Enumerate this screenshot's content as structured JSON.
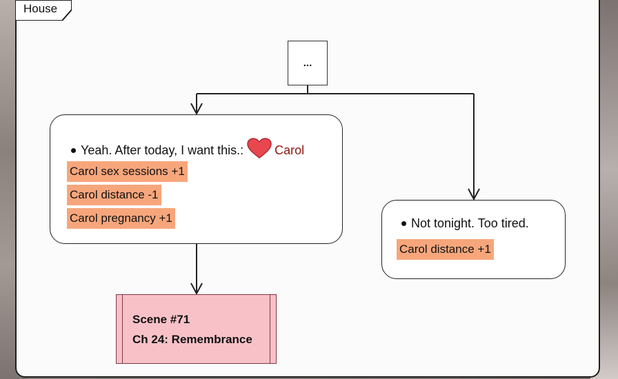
{
  "frame": {
    "title": "House"
  },
  "start_node": {
    "label": "..."
  },
  "choices": [
    {
      "text": "Yeah. After today, I want this.:",
      "character": "Carol",
      "icon": "heart-icon",
      "effects": [
        "Carol sex sessions +1",
        "Carol distance -1",
        "Carol pregnancy +1"
      ]
    },
    {
      "text": "Not tonight. Too tired.",
      "effects": [
        "Carol distance +1"
      ]
    }
  ],
  "scene": {
    "number": "Scene #71",
    "chapter": "Ch 24: Remembrance"
  },
  "colors": {
    "effect_tag": "#f7a67c",
    "scene_fill": "#f8c1c8",
    "heart": "#e8474f",
    "character_name": "#8b1a12"
  }
}
